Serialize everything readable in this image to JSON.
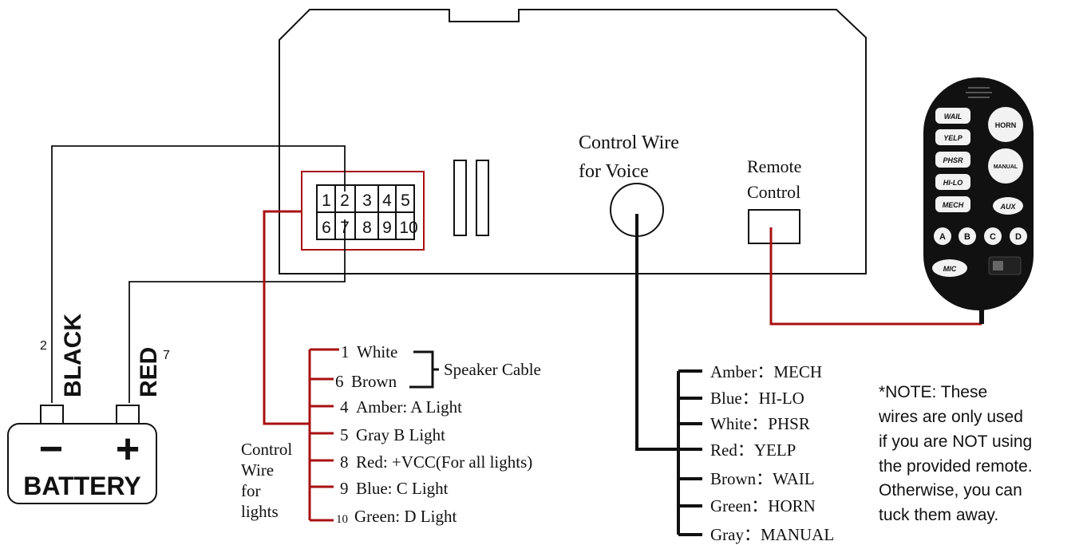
{
  "colors": {
    "wire_black": "#111111",
    "wire_red": "#a81010",
    "connector_border": "#a81010",
    "remote_body": "#111111",
    "remote_button": "#f2f2f2"
  },
  "connector": {
    "pins_top": [
      "1",
      "2",
      "3",
      "4",
      "5"
    ],
    "pins_bottom": [
      "6",
      "7",
      "8",
      "9",
      "10"
    ]
  },
  "labels": {
    "control_voice": [
      "Control Wire",
      "for Voice"
    ],
    "remote_control": [
      "Remote",
      "Control"
    ],
    "control_lights": [
      "Control",
      "Wire",
      "for",
      "lights"
    ],
    "speaker_cable": "Speaker Cable"
  },
  "light_wires": [
    {
      "num": "1",
      "text": "White"
    },
    {
      "num": "6",
      "text": "Brown"
    },
    {
      "num": "4",
      "text": "Amber: A Light"
    },
    {
      "num": "5",
      "text": "Gray B Light"
    },
    {
      "num": "8",
      "text": "Red: +VCC(For all lights)"
    },
    {
      "num": "9",
      "text": "Blue: C Light"
    },
    {
      "num": "10",
      "text": "Green: D Light"
    }
  ],
  "voice_wires": [
    "Amber：MECH",
    "Blue：HI-LO",
    "White：PHSR",
    "Red：YELP",
    "Brown：WAIL",
    "Green：HORN",
    "Gray：MANUAL"
  ],
  "battery": {
    "label": "BATTERY",
    "minus": "−",
    "plus": "+",
    "black_label": "BLACK",
    "red_label": "RED",
    "black_num": "2",
    "red_num": "7"
  },
  "note": [
    "*NOTE: These",
    "wires are only used",
    "if you are NOT using",
    "the provided remote.",
    "Otherwise, you can",
    "tuck them away."
  ],
  "remote": {
    "left_buttons": [
      "WAIL",
      "YELP",
      "PHSR",
      "HI-LO",
      "MECH"
    ],
    "round_buttons": [
      "HORN",
      "MANUAL"
    ],
    "aux": "AUX",
    "letters": [
      "A",
      "B",
      "C",
      "D"
    ],
    "mic": "MIC"
  }
}
